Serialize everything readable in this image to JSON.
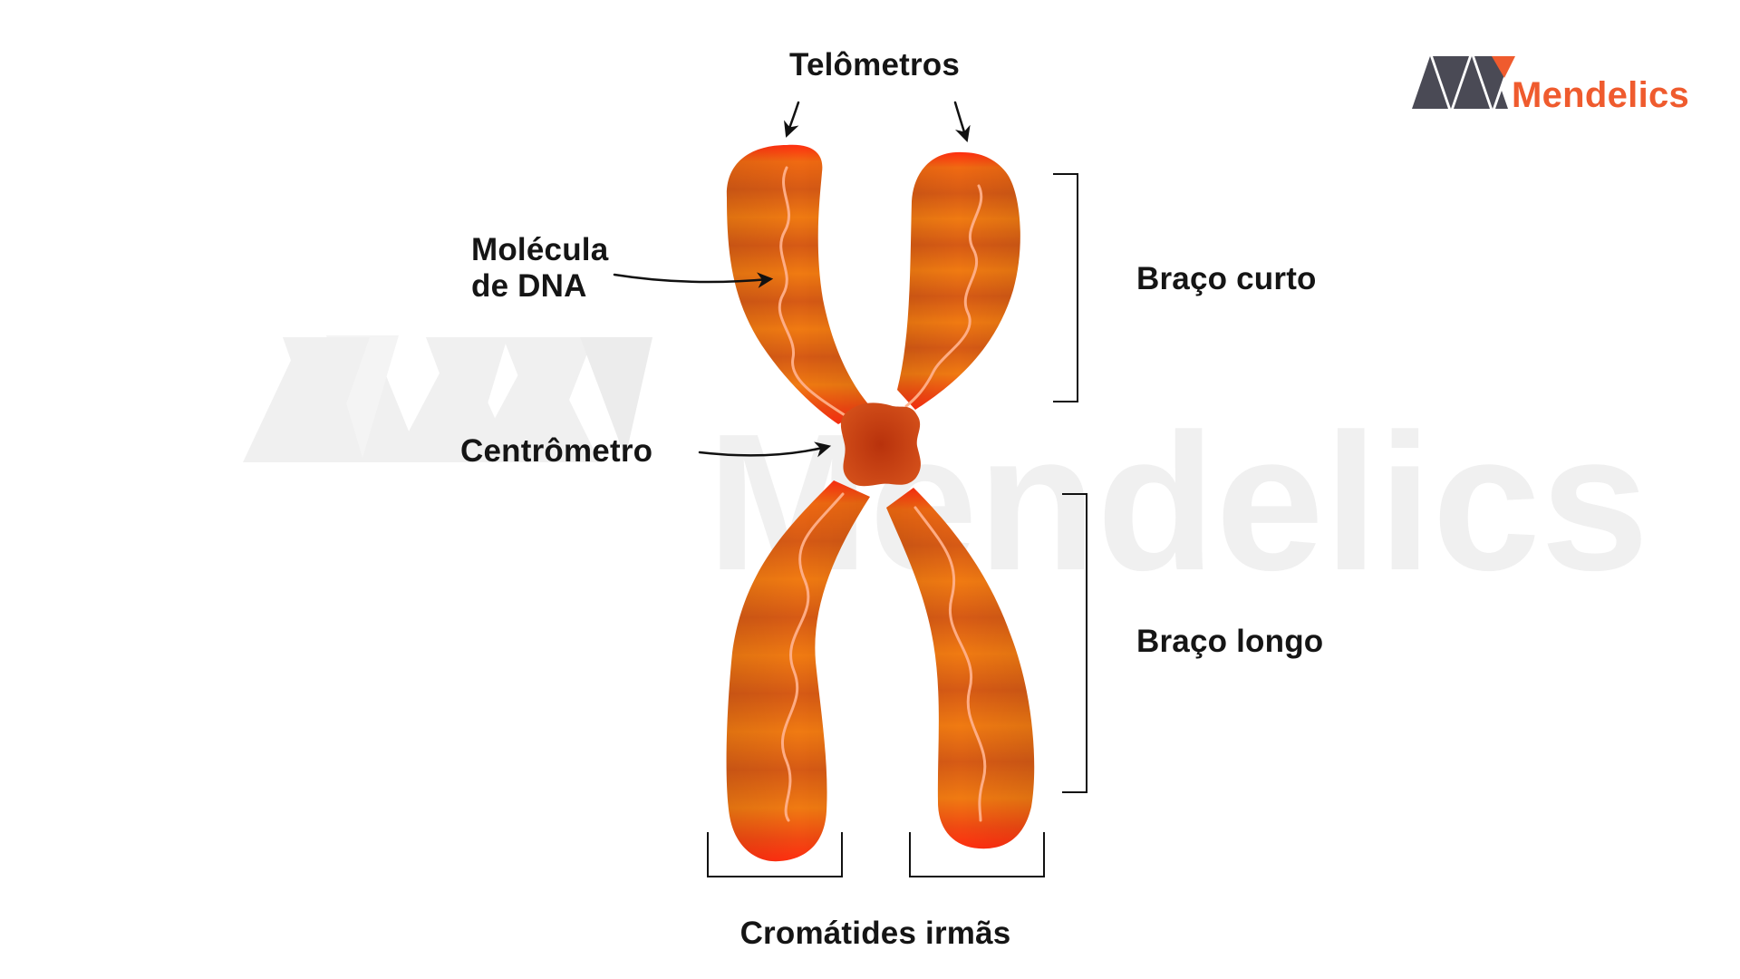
{
  "brand": {
    "name": "Mendelics",
    "accent_color": "#ef5b2e",
    "mark_color": "#4a4a55",
    "watermark_color": "#f0f0f0"
  },
  "labels": {
    "telomeres": "Telômetros",
    "dna_molecule_line1": "Molécula",
    "dna_molecule_line2": "de DNA",
    "centromere": "Centrômetro",
    "short_arm": "Braço curto",
    "long_arm": "Braço longo",
    "sister_chromatids": "Cromátides irmãs"
  },
  "colors": {
    "chromosome_orange": "#f07a12",
    "chromosome_band": "#d65a15",
    "telomere_red": "#ff2e10",
    "centromere": "#c23b10",
    "dna_strand": "#ffb08a",
    "annotation": "#111111"
  }
}
